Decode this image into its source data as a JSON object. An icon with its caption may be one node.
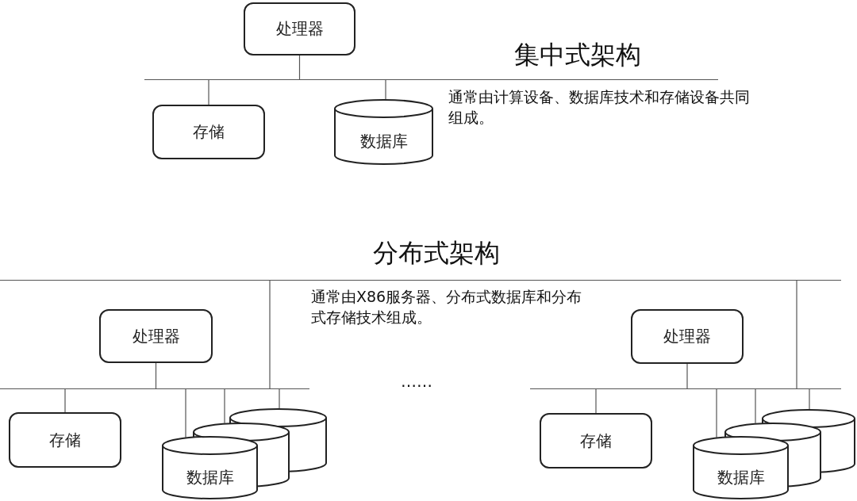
{
  "diagram": {
    "nodes": [
      {
        "text": [
          "处理器"
        ]
      },
      {
        "text": [],
        "shape": "bar"
      },
      {
        "text": [
          "存储"
        ]
      },
      {
        "text": [
          "数据库"
        ]
      },
      {
        "text": [],
        "shape": "bar"
      },
      {
        "text": [
          "处理器"
        ]
      },
      {
        "text": [],
        "shape": "bar"
      },
      {
        "text": [
          "存储"
        ]
      },
      {
        "text": [],
        "shape": "cylinder"
      },
      {
        "text": [],
        "shape": "cylinder"
      },
      {
        "text": [
          "数据库"
        ]
      },
      {
        "text": [
          "处理器"
        ]
      },
      {
        "text": [],
        "shape": "bar"
      },
      {
        "text": [
          "存储"
        ]
      },
      {
        "text": [],
        "shape": "cylinder"
      },
      {
        "text": [],
        "shape": "cylinder"
      },
      {
        "text": [
          "数据库"
        ]
      }
    ],
    "edges": [
      {
        "from": 0,
        "to": 1,
        "arrow": "none"
      },
      {
        "from": 2,
        "to": 1,
        "arrow": "none"
      },
      {
        "from": 3,
        "to": 1,
        "arrow": "none"
      },
      {
        "from": 6,
        "to": 4,
        "arrow": "none"
      },
      {
        "from": 5,
        "to": 6,
        "arrow": "none"
      },
      {
        "from": 7,
        "to": 6,
        "arrow": "none"
      },
      {
        "from": 10,
        "to": 6,
        "arrow": "none"
      },
      {
        "from": 8,
        "to": 6,
        "arrow": "none"
      },
      {
        "from": 9,
        "to": 6,
        "arrow": "none"
      },
      {
        "from": 12,
        "to": 4,
        "arrow": "none"
      },
      {
        "from": 11,
        "to": 12,
        "arrow": "none"
      },
      {
        "from": 13,
        "to": 12,
        "arrow": "none"
      },
      {
        "from": 16,
        "to": 12,
        "arrow": "none"
      },
      {
        "from": 14,
        "to": 12,
        "arrow": "none"
      },
      {
        "from": 15,
        "to": 12,
        "arrow": "none"
      }
    ],
    "labels": [
      "集中式架构",
      "通常由计算设备、数据库技术和存储设备共同组成。",
      "分布式架构",
      "通常由X86服务器、分布式数据库和分布式存储技术组成。",
      "……"
    ]
  }
}
